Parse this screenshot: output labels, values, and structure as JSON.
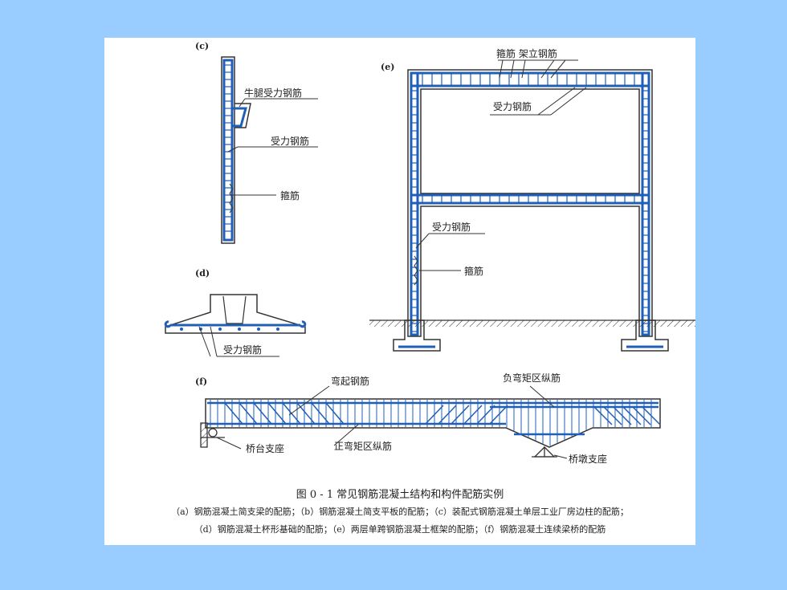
{
  "colors": {
    "background": "#99ccff",
    "sheet": "#ffffff",
    "rebar": "#1f5fb8",
    "ink": "#222222"
  },
  "panels": {
    "c": {
      "tag": "(c)",
      "labels": [
        "牛腿受力钢筋",
        "受力钢筋",
        "箍筋"
      ]
    },
    "d": {
      "tag": "(d)",
      "labels": [
        "受力钢筋"
      ]
    },
    "e": {
      "tag": "(e)",
      "labels": [
        "箍筋 架立钢筋",
        "受力钢筋",
        "受力钢筋",
        "箍筋"
      ]
    },
    "f": {
      "tag": "(f)",
      "labels": [
        "弯起钢筋",
        "负弯矩区纵筋",
        "桥台支座",
        "正弯矩区纵筋",
        "桥墩支座"
      ]
    }
  },
  "caption": {
    "title": "图 0 - 1    常见钢筋混凝土结构和构件配筋实例",
    "line1": "（a）钢筋混凝土简支梁的配筋；（b）钢筋混凝土简支平板的配筋；（c）装配式钢筋混凝土单层工业厂房边柱的配筋；",
    "line2": "（d）钢筋混凝土杯形基础的配筋；（e）两层单跨钢筋混凝土框架的配筋；（f）钢筋混凝土连续梁桥的配筋"
  }
}
